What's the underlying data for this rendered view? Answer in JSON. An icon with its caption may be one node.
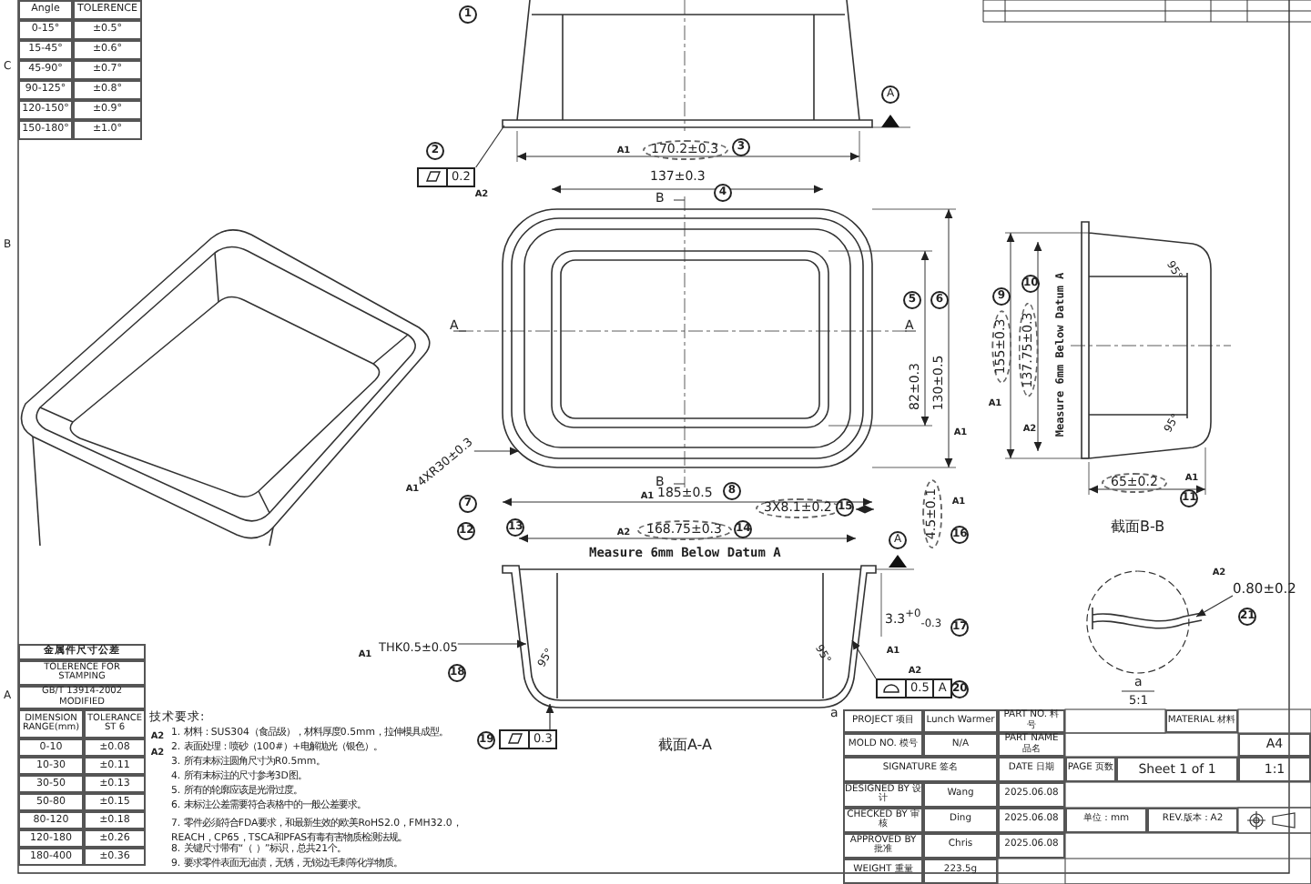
{
  "diagram": {
    "nodes": [
      {
        "text": [
          "4XR30±0.3"
        ]
      },
      {
        "text": [
          "THK0.5±0.05"
        ]
      },
      {
        "text": [
          "0.2"
        ]
      },
      {
        "text": [
          "0.3"
        ]
      },
      {
        "text": [
          "0.5",
          "A"
        ]
      },
      {
        "text": [
          "0.80±0.2"
        ]
      },
      {
        "text": [],
        "shape": "picture"
      },
      {
        "text": [],
        "shape": "picture"
      },
      {
        "text": [],
        "shape": "picture"
      },
      {
        "text": [],
        "shape": "picture"
      }
    ],
    "edges": [
      {
        "from": 0,
        "to": 7,
        "arrow": "to"
      },
      {
        "from": 1,
        "to": 8,
        "arrow": "to"
      },
      {
        "from": 2,
        "to": 6,
        "arrow": "none"
      },
      {
        "from": 3,
        "to": 8,
        "arrow": "to"
      },
      {
        "from": 4,
        "to": 8,
        "arrow": "to"
      },
      {
        "from": 5,
        "to": 9,
        "arrow": "to"
      }
    ],
    "labels": [
      "Angle",
      "TOLERENCE",
      "0-15°",
      "±0.5°",
      "15-45°",
      "±0.6°",
      "45-90°",
      "±0.7°",
      "90-125°",
      "±0.8°",
      "120-150°",
      "±0.9°",
      "150-180°",
      "±1.0°",
      "1",
      "A",
      "2",
      "A1",
      "170.2±0.3",
      "3",
      "A2",
      "137±0.3",
      "4",
      "B",
      "A",
      "A",
      "5",
      "6",
      "82±0.3",
      "130±0.5",
      "A1",
      "A1",
      "7",
      "B",
      "185±0.5",
      "8",
      "A1",
      "12",
      "13",
      "A2",
      "168.75±0.3",
      "14",
      "3X8.1±0.2",
      "15",
      "4.5±0.1",
      "A1",
      "16",
      "Measure 6mm Below Datum A",
      "A",
      "3.3$^{+0}$$_{-0.3}$",
      "17",
      "A1",
      "18",
      "95°",
      "95°",
      "A1",
      "A2",
      "20",
      "a",
      "19",
      "截面A-A",
      "9",
      "10",
      "155±0.3",
      "137.75±0.3",
      "Measure 6mm Below Datum A",
      "A1",
      "A2",
      "95°",
      "95°",
      "65±0.2",
      "A1",
      "11",
      "截面B-B",
      "A2",
      "21",
      "a",
      "5:1",
      "金属件尺寸公差",
      "TOLERENCE FOR STAMPING",
      "GB/T 13914-2002 MODIFIED",
      "DIMENSION RANGE(mm)",
      "TOLERANCE ST 6",
      "0-10",
      "±0.08",
      "10-30",
      "±0.11",
      "30-50",
      "±0.13",
      "50-80",
      "±0.15",
      "80-120",
      "±0.18",
      "120-180",
      "±0.26",
      "180-400",
      "±0.36",
      "技术要求:",
      "A2",
      "1. 材料：SUS304（食品级），材料厚度0.5mm，拉伸模具成型。",
      "A2",
      "2. 表面处理：喷砂（100#）+电解抛光（银色）。",
      "3. 所有未标注圆角尺寸为R0.5mm。",
      "4. 所有未标注的尺寸参考3D图。",
      "5. 所有的轮廓应该是光滑过度。",
      "6. 未标注公差需要符合表格中的一般公差要求。",
      "7. 零件必须符合FDA要求，和最新生效的欧美RoHS2.0，FMH32.0，REACH，CP65，TSCA和PFAS有毒有害物质检测法规。",
      "8. 关键尺寸带有“（ ）”标识，总共21个。",
      "9. 要求零件表面无油渍，无锈，无锐边毛刺等化学物质。",
      "PROJECT 项目",
      "Lunch Warmer",
      "PART NO. 料号",
      "MATERIAL 材料",
      "MOLD NO. 模号",
      "N/A",
      "PART NAME 品名",
      "A4",
      "SIGNATURE 签名",
      "DATE 日期",
      "PAGE 页数",
      "Sheet 1 of 1",
      "1:1",
      "DESIGNED BY 设计",
      "Wang",
      "2025.06.08",
      "CHECKED BY 审核",
      "Ding",
      "2025.06.08",
      "单位：mm",
      "REV.版本：A2",
      "APPROVED BY 批准",
      "Chris",
      "2025.06.08",
      "WEIGHT 重量",
      "223.5g",
      "C",
      "B",
      "A"
    ]
  }
}
